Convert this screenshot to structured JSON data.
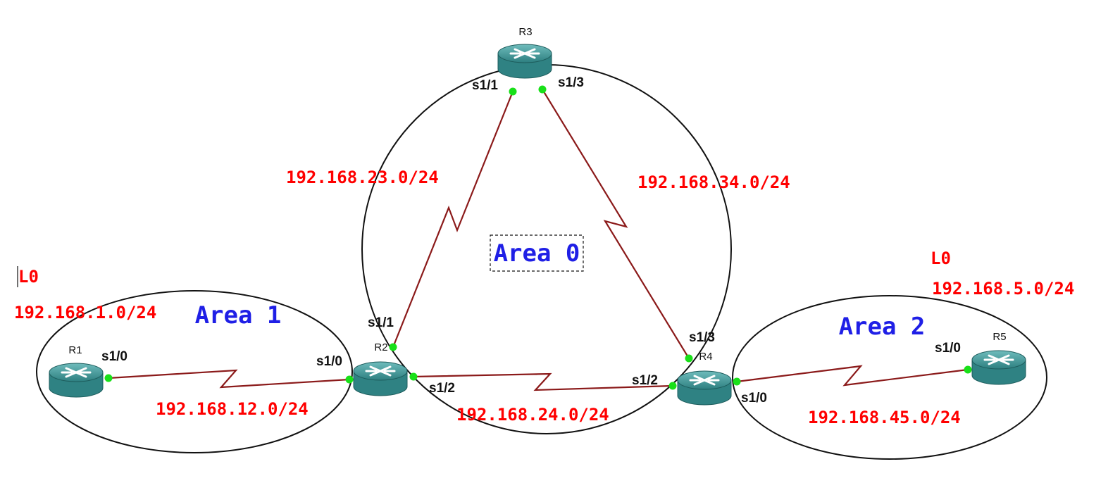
{
  "colors": {
    "link": "#8b1a1a",
    "network_label": "#ff0000",
    "area_label": "#1f1fe6",
    "port_dot": "#19e019",
    "router_body": "#3a8f8f",
    "router_top": "#5aafaf",
    "outline": "#111111"
  },
  "routers": {
    "r1": "R1",
    "r2": "R2",
    "r3": "R3",
    "r4": "R4",
    "r5": "R5"
  },
  "interfaces": {
    "r1_s1_0": "s1/0",
    "r2_s1_0": "s1/0",
    "r2_s1_1": "s1/1",
    "r2_s1_2": "s1/2",
    "r3_s1_1": "s1/1",
    "r3_s1_3": "s1/3",
    "r4_s1_2": "s1/2",
    "r4_s1_3": "s1/3",
    "r4_s1_0": "s1/0",
    "r5_s1_0": "s1/0"
  },
  "networks": {
    "n12": "192.168.12.0/24",
    "n23": "192.168.23.0/24",
    "n34": "192.168.34.0/24",
    "n24": "192.168.24.0/24",
    "n45": "192.168.45.0/24",
    "loop1_name": "L0",
    "loop1_net": "192.168.1.0/24",
    "loop5_name": "L0",
    "loop5_net": "192.168.5.0/24"
  },
  "areas": {
    "area0": "Area 0",
    "area1": "Area 1",
    "area2": "Area 2"
  }
}
